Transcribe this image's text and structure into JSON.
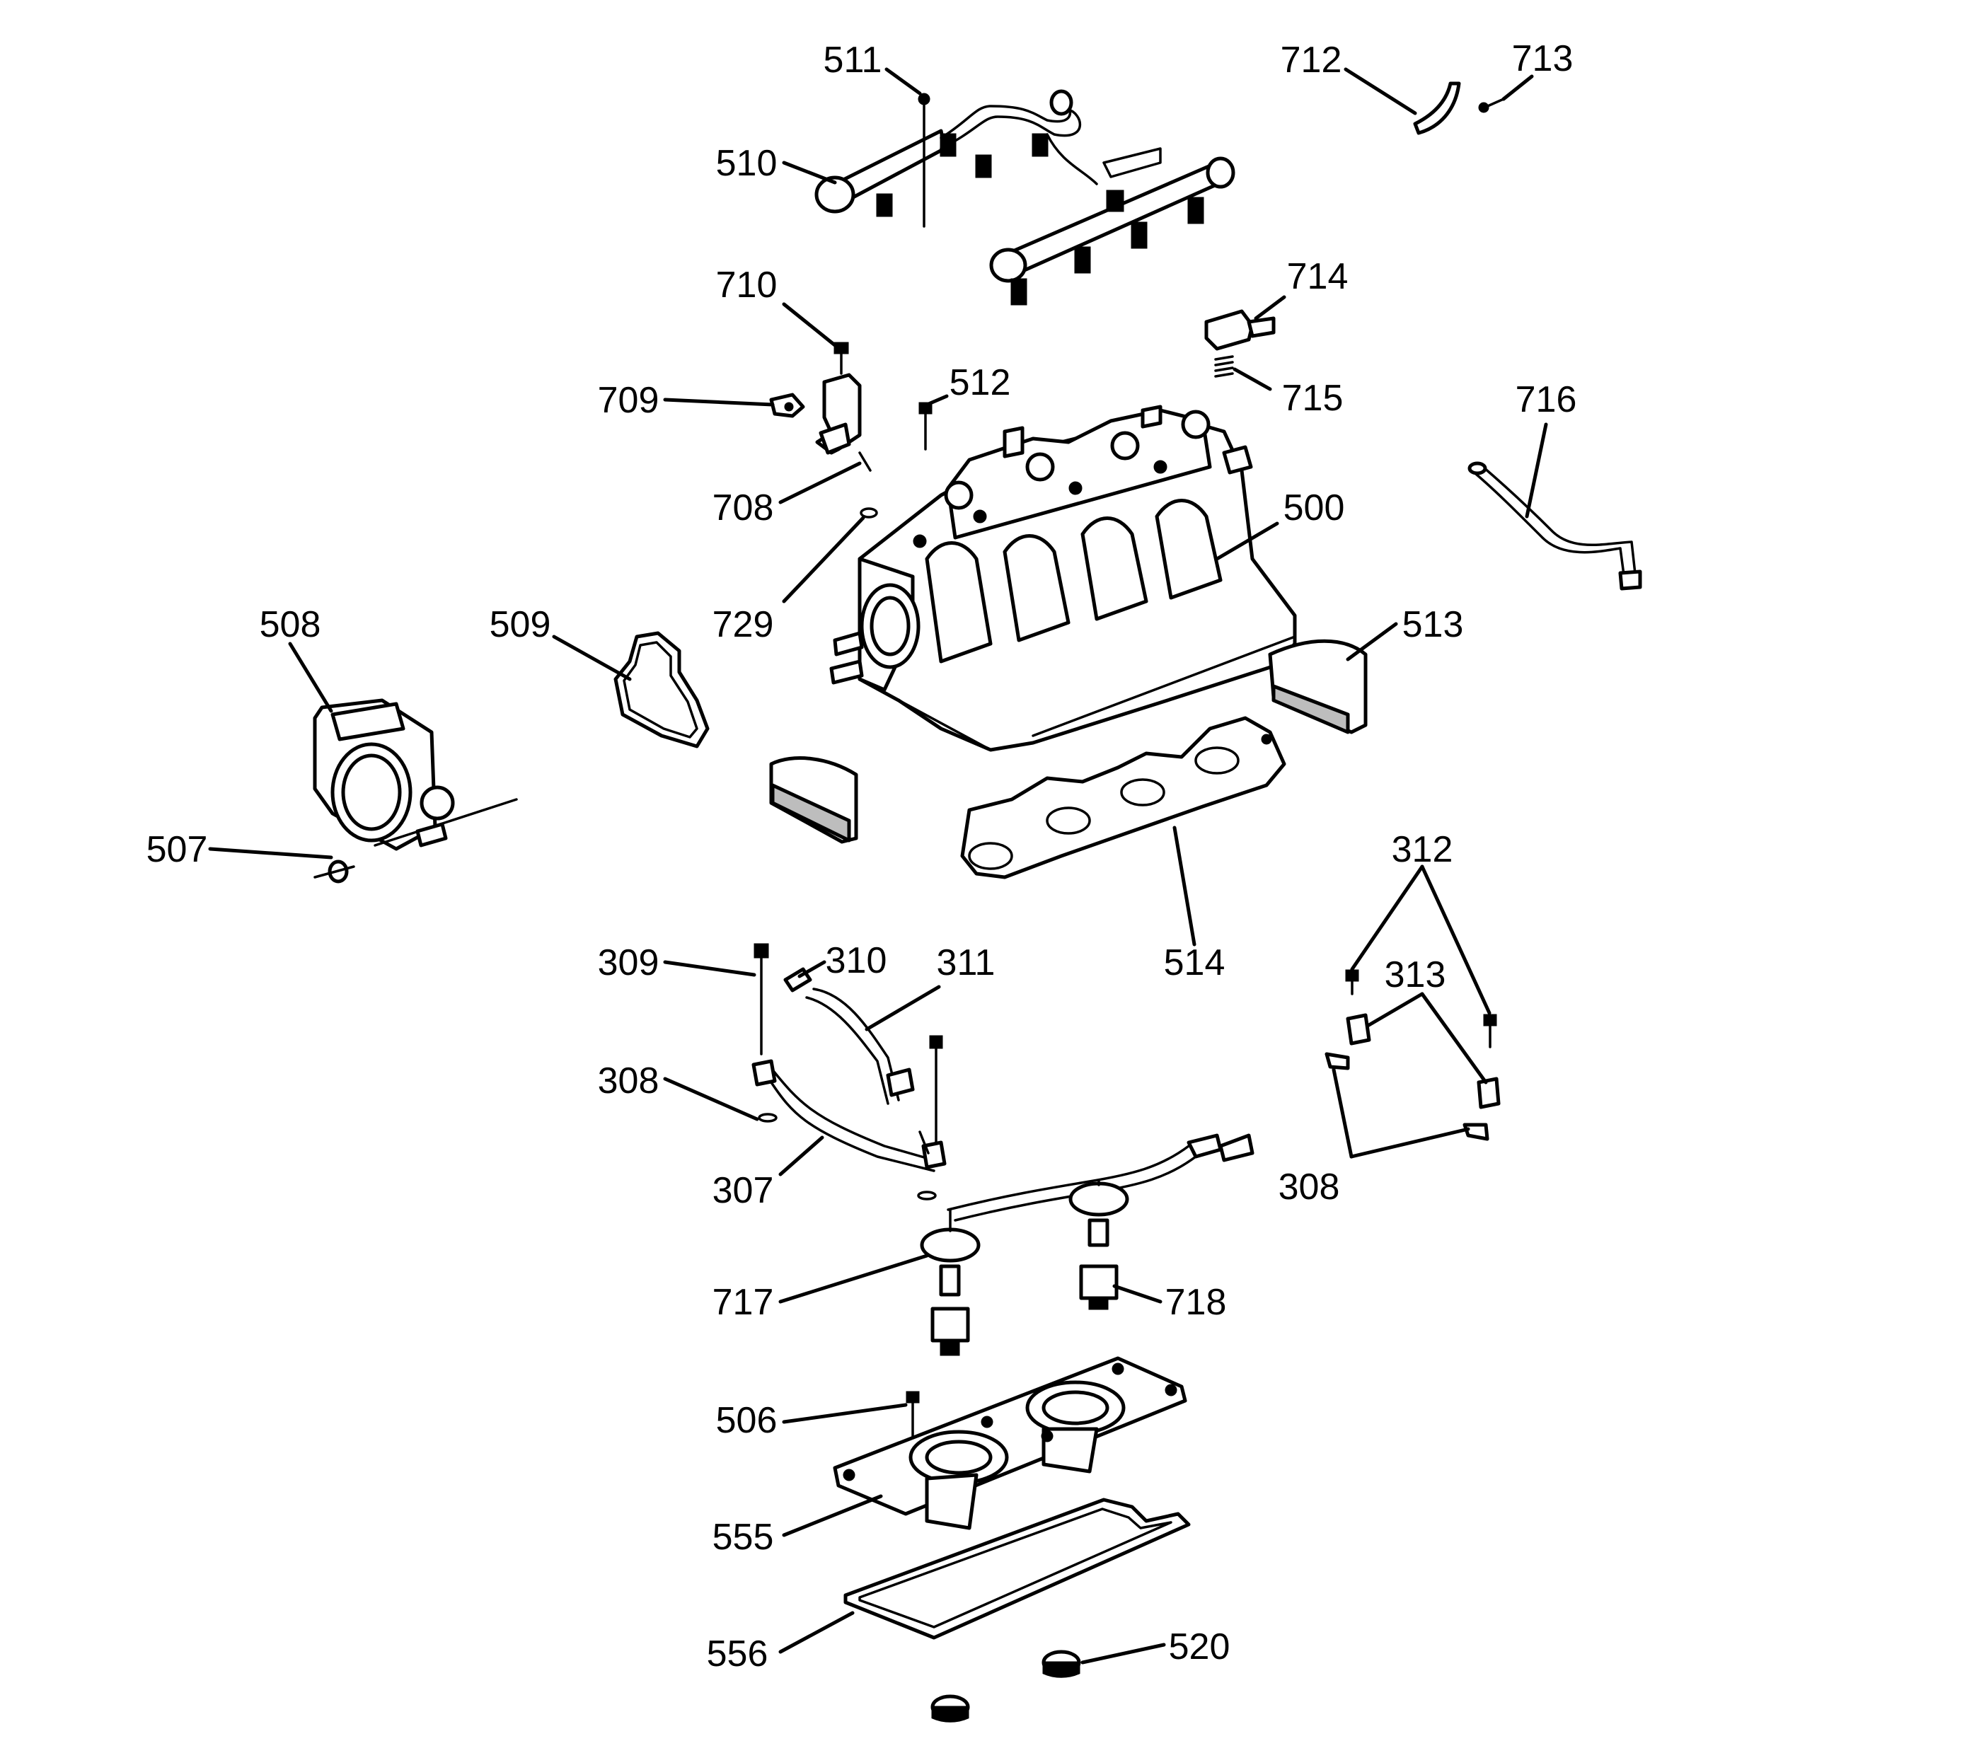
{
  "diagram": {
    "callouts": [
      {
        "id": "511",
        "text": "511"
      },
      {
        "id": "510",
        "text": "510"
      },
      {
        "id": "712",
        "text": "712"
      },
      {
        "id": "713",
        "text": "713"
      },
      {
        "id": "710",
        "text": "710"
      },
      {
        "id": "714",
        "text": "714"
      },
      {
        "id": "709",
        "text": "709"
      },
      {
        "id": "512",
        "text": "512"
      },
      {
        "id": "715",
        "text": "715"
      },
      {
        "id": "716",
        "text": "716"
      },
      {
        "id": "708",
        "text": "708"
      },
      {
        "id": "500",
        "text": "500"
      },
      {
        "id": "729",
        "text": "729"
      },
      {
        "id": "508",
        "text": "508"
      },
      {
        "id": "509",
        "text": "509"
      },
      {
        "id": "513",
        "text": "513"
      },
      {
        "id": "507",
        "text": "507"
      },
      {
        "id": "312",
        "text": "312"
      },
      {
        "id": "514",
        "text": "514"
      },
      {
        "id": "309",
        "text": "309"
      },
      {
        "id": "310",
        "text": "310"
      },
      {
        "id": "311",
        "text": "311"
      },
      {
        "id": "313",
        "text": "313"
      },
      {
        "id": "308a",
        "text": "308"
      },
      {
        "id": "307",
        "text": "307"
      },
      {
        "id": "308b",
        "text": "308"
      },
      {
        "id": "717",
        "text": "717"
      },
      {
        "id": "718",
        "text": "718"
      },
      {
        "id": "506",
        "text": "506"
      },
      {
        "id": "555",
        "text": "555"
      },
      {
        "id": "556",
        "text": "556"
      },
      {
        "id": "520",
        "text": "520"
      }
    ]
  }
}
